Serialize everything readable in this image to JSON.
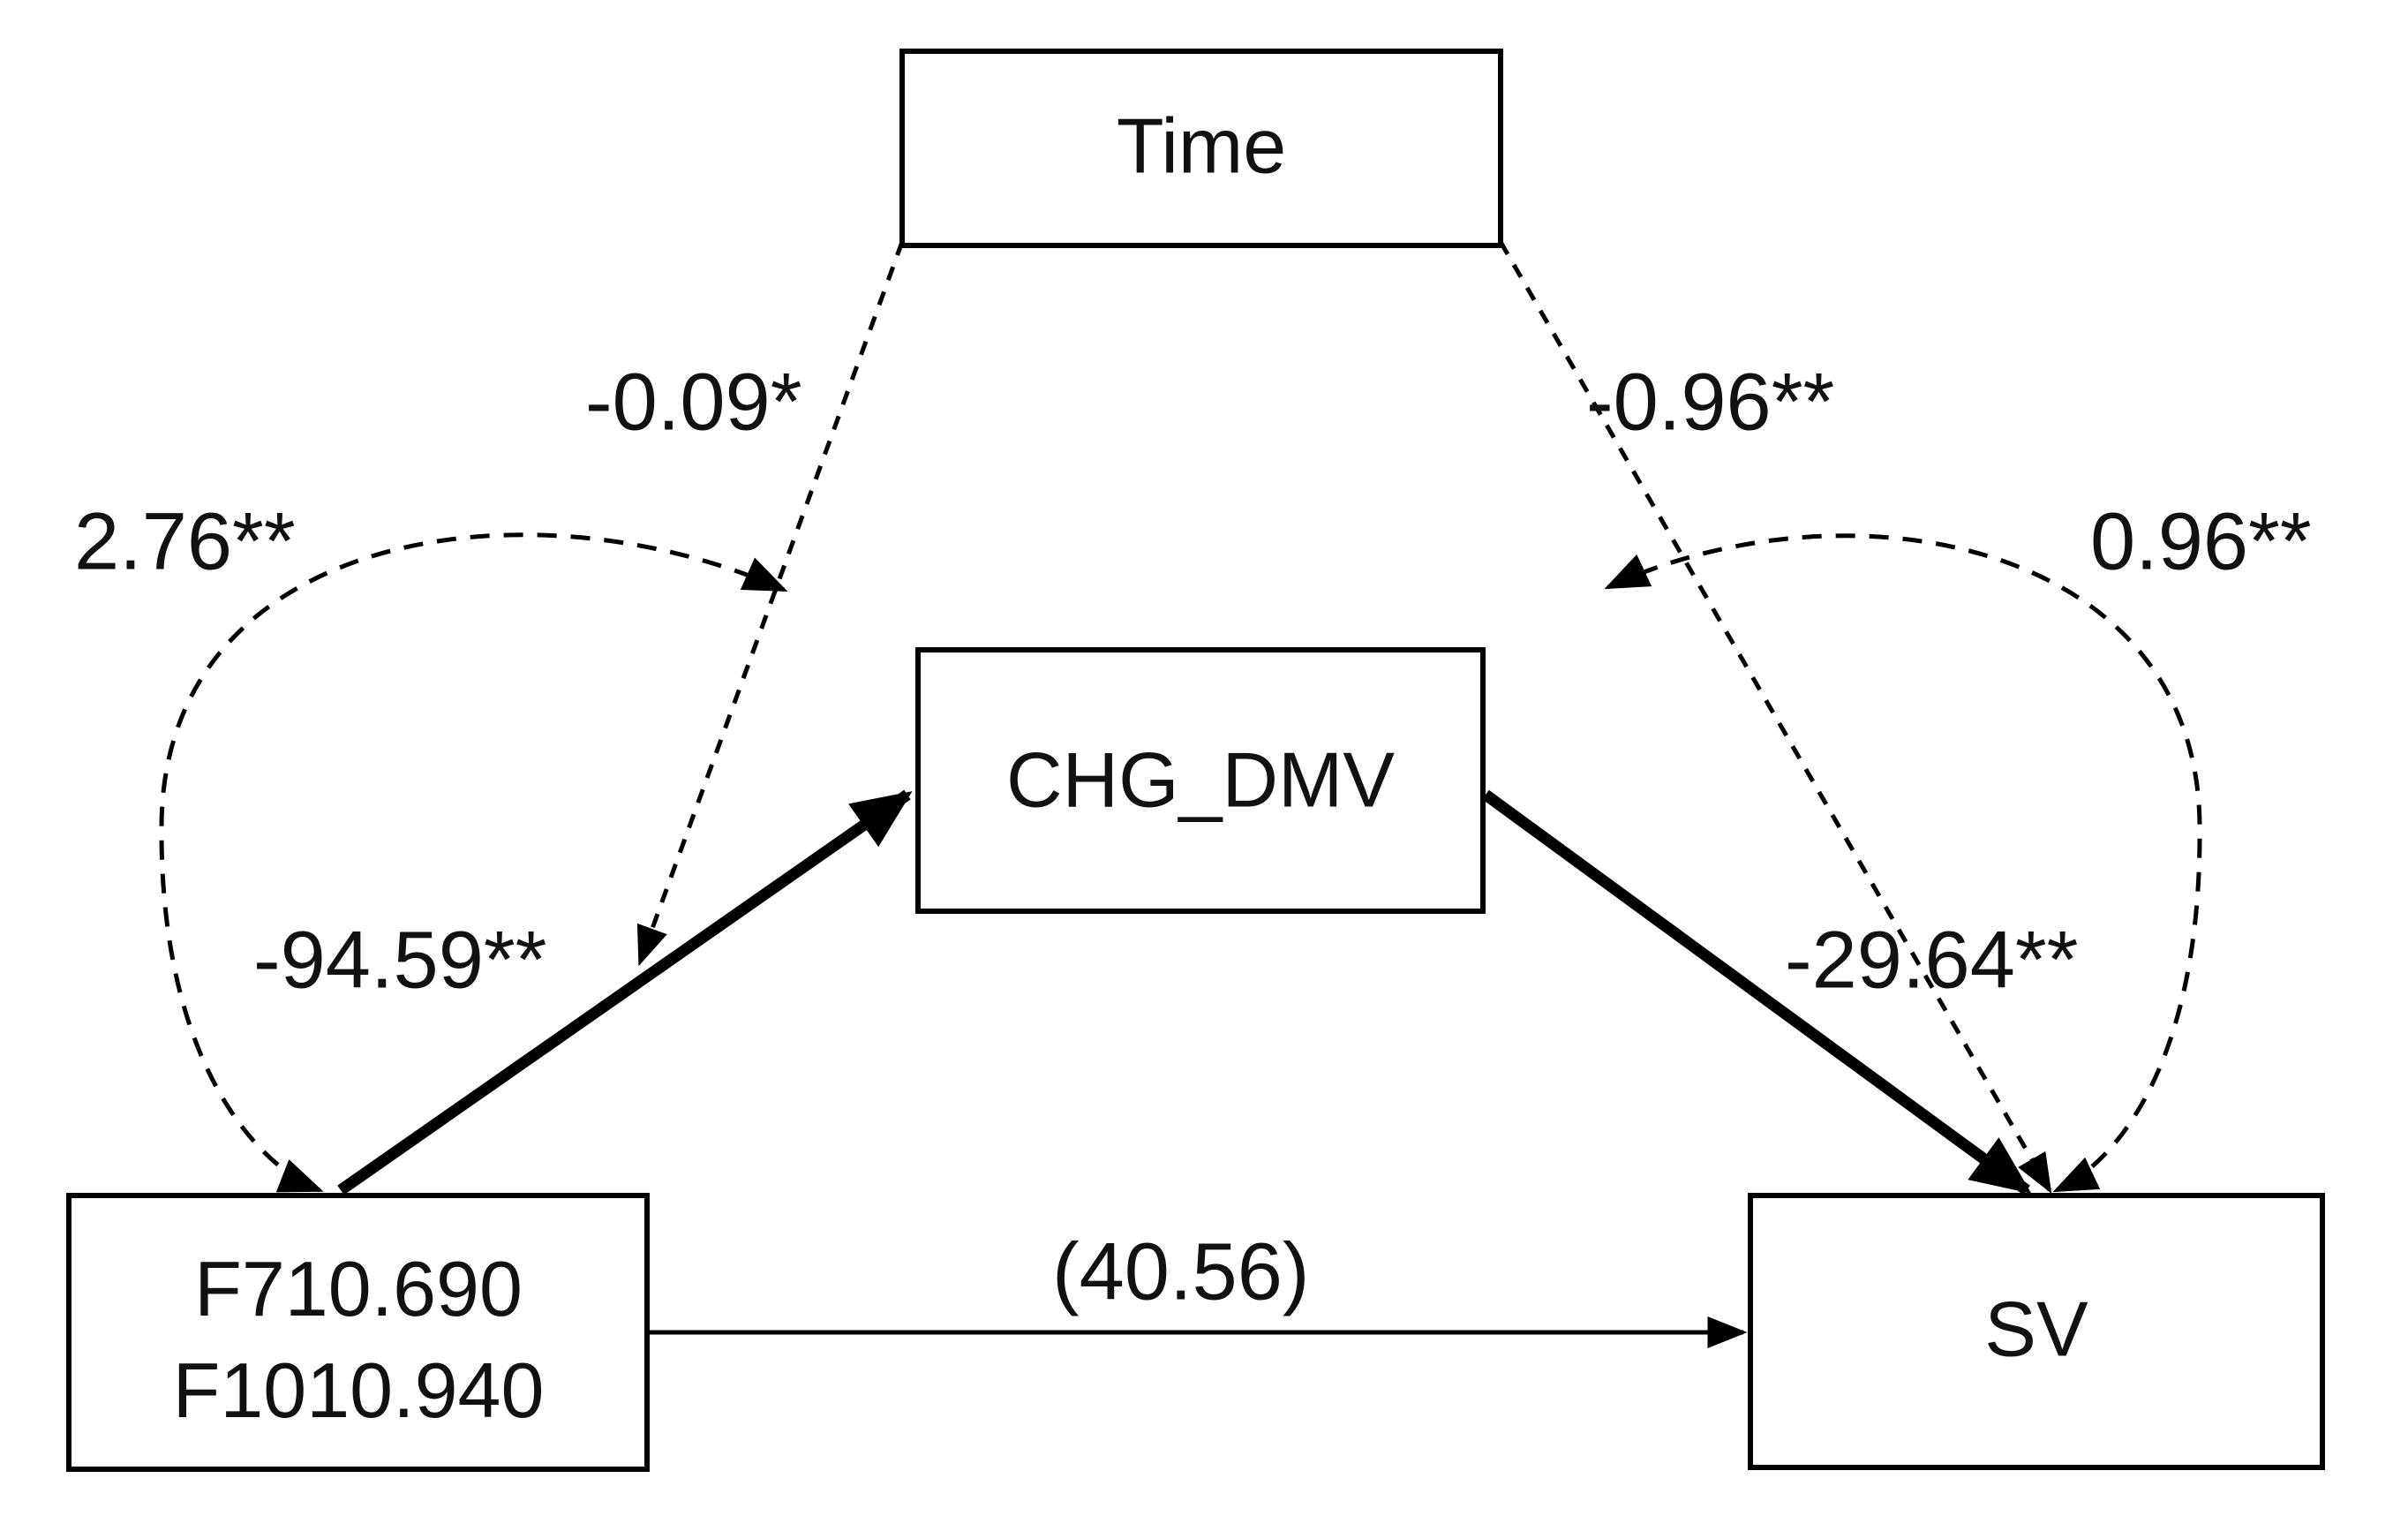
{
  "diagram": {
    "type": "path-diagram",
    "title": "",
    "background_color": "#ffffff",
    "line_color": "#000000",
    "nodes": [
      {
        "id": "time",
        "label": "Time",
        "label_line2": ""
      },
      {
        "id": "chg_dmv",
        "label": "CHG_DMV",
        "label_line2": ""
      },
      {
        "id": "predictor",
        "label": "F710.690",
        "label_line2": "F1010.940"
      },
      {
        "id": "sv",
        "label": "SV",
        "label_line2": ""
      }
    ],
    "edges": [
      {
        "id": "time-to-predictor",
        "label": "-0.09*",
        "style": "dashed-thin",
        "arrow": "single"
      },
      {
        "id": "time-to-sv",
        "label": "-0.96**",
        "style": "dashed-thin",
        "arrow": "single"
      },
      {
        "id": "predictor-covariance",
        "label": "2.76**",
        "style": "dashed-arc",
        "arrow": "double"
      },
      {
        "id": "sv-covariance",
        "label": "0.96**",
        "style": "dashed-arc",
        "arrow": "double"
      },
      {
        "id": "predictor-to-chgdmv",
        "label": "-94.59**",
        "style": "solid-thick",
        "arrow": "single"
      },
      {
        "id": "chgdmv-to-sv",
        "label": "-29.64**",
        "style": "solid-thick",
        "arrow": "single"
      },
      {
        "id": "predictor-to-sv",
        "label": "(40.56)",
        "style": "solid-thin",
        "arrow": "single"
      }
    ]
  }
}
